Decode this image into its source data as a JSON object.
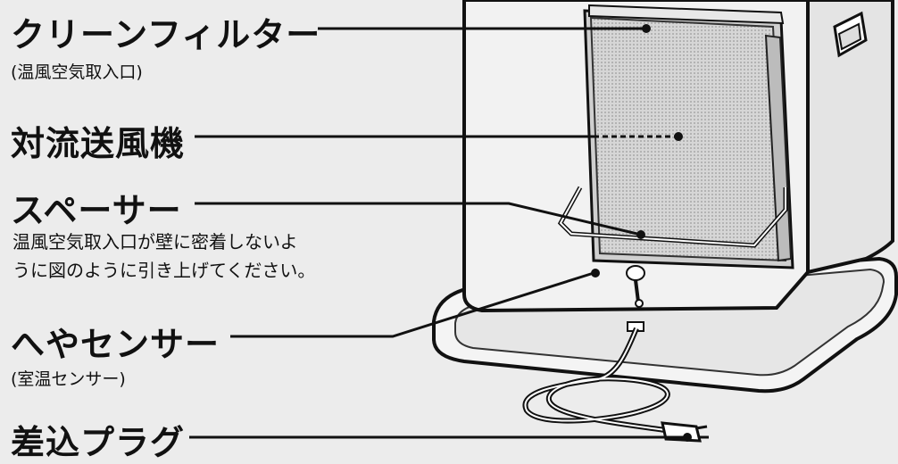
{
  "labels": {
    "clean_filter": {
      "title": "クリーンフィルター",
      "sub": "(温風空気取入口)"
    },
    "fan": {
      "title": "対流送風機"
    },
    "spacer": {
      "title": "スペーサー",
      "note_line1": "温風空気取入口が壁に密着しないよ",
      "note_line2": "うに図のように引き上げてください。"
    },
    "room_sensor": {
      "title": "へやセンサー",
      "sub": "(室温センサー)"
    },
    "plug": {
      "title": "差込プラグ"
    }
  },
  "colors": {
    "background": "#ececec",
    "line": "#111111",
    "body": "#f2f2f2",
    "filter_mesh": "#bdbdbd"
  }
}
